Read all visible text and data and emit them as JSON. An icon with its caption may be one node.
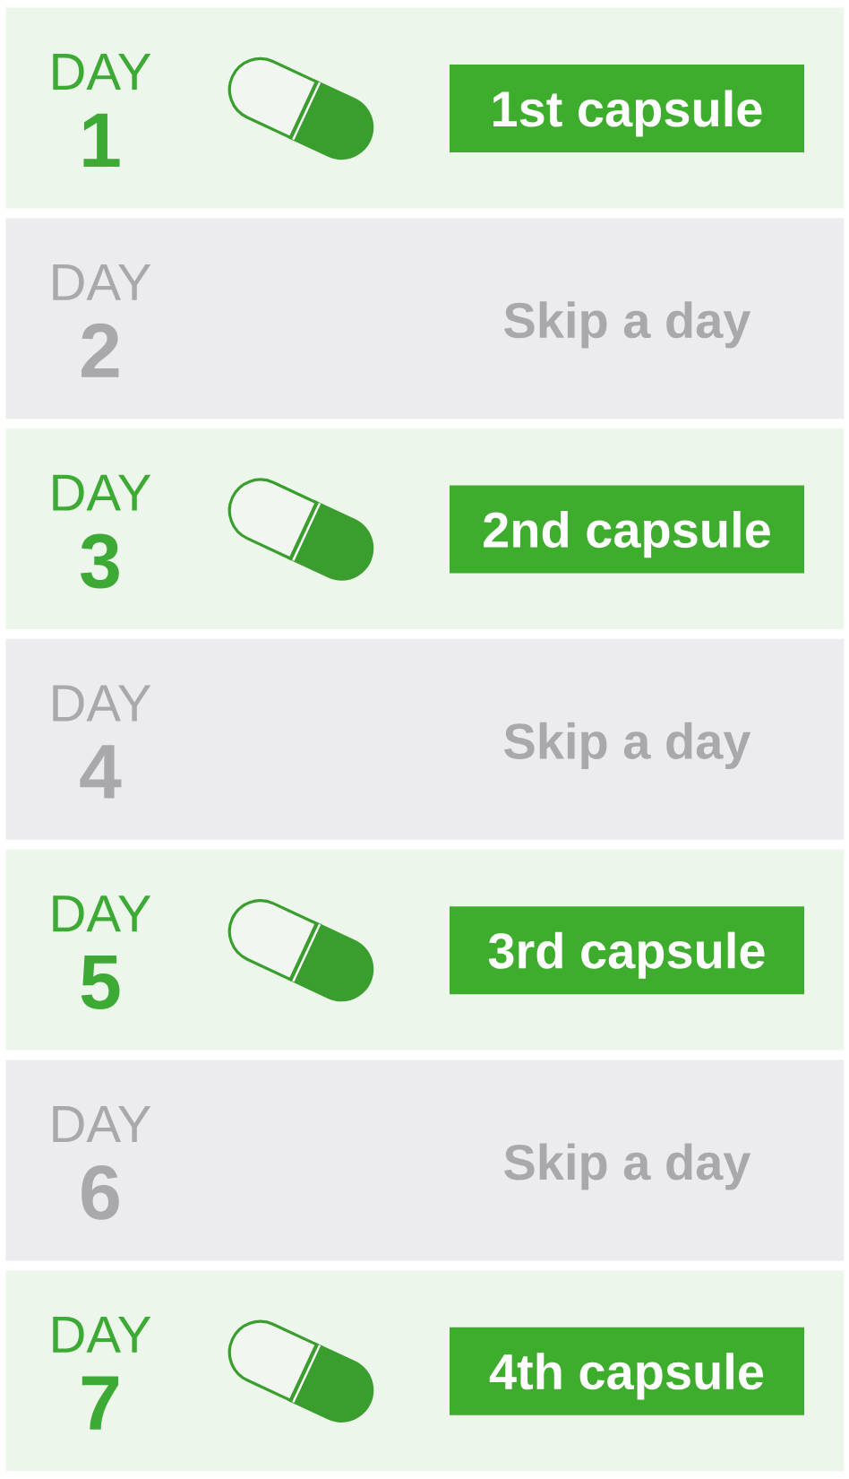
{
  "diagram": {
    "nodes": [
      {
        "text": [
          "DAY",
          "1"
        ]
      },
      {
        "text": [
          "1st capsule"
        ],
        "in": 0
      },
      {
        "text": [
          "DAY",
          "2",
          "Skip a day"
        ]
      },
      {
        "text": [
          "DAY",
          "3"
        ]
      },
      {
        "text": [
          "2nd capsule"
        ],
        "in": 3
      },
      {
        "text": [
          "DAY",
          "4",
          "Skip a day"
        ]
      },
      {
        "text": [
          "DAY",
          "5"
        ]
      },
      {
        "text": [
          "3rd capsule"
        ],
        "in": 6
      },
      {
        "text": [
          "DAY",
          "6",
          "Skip a day"
        ]
      },
      {
        "text": [
          "DAY",
          "7"
        ]
      },
      {
        "text": [
          "4th capsule"
        ],
        "in": 9
      }
    ]
  }
}
